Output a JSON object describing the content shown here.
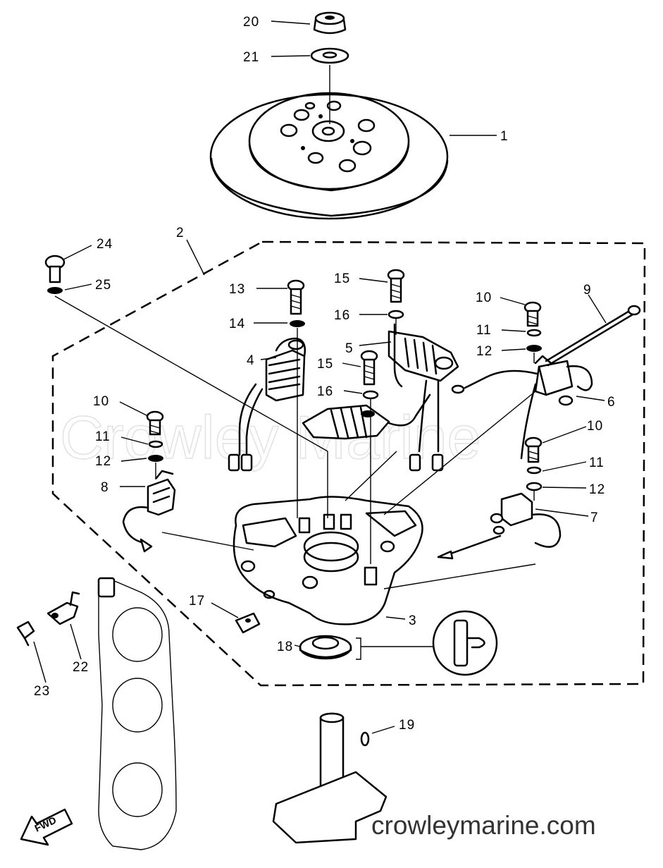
{
  "watermark": "Crowley Marine",
  "website": "crowleymarine.com",
  "direction_label": "FWD",
  "callouts": {
    "c1": "1",
    "c2": "2",
    "c3": "3",
    "c4": "4",
    "c5": "5",
    "c6": "6",
    "c7": "7",
    "c8": "8",
    "c9": "9",
    "c10a": "10",
    "c10b": "10",
    "c10c": "10",
    "c11a": "11",
    "c11b": "11",
    "c11c": "11",
    "c12a": "12",
    "c12b": "12",
    "c12c": "12",
    "c13": "13",
    "c14": "14",
    "c15a": "15",
    "c15b": "15",
    "c16a": "16",
    "c16b": "16",
    "c17": "17",
    "c18": "18",
    "c19": "19",
    "c20": "20",
    "c21": "21",
    "c22": "22",
    "c23": "23",
    "c24": "24",
    "c25": "25"
  }
}
